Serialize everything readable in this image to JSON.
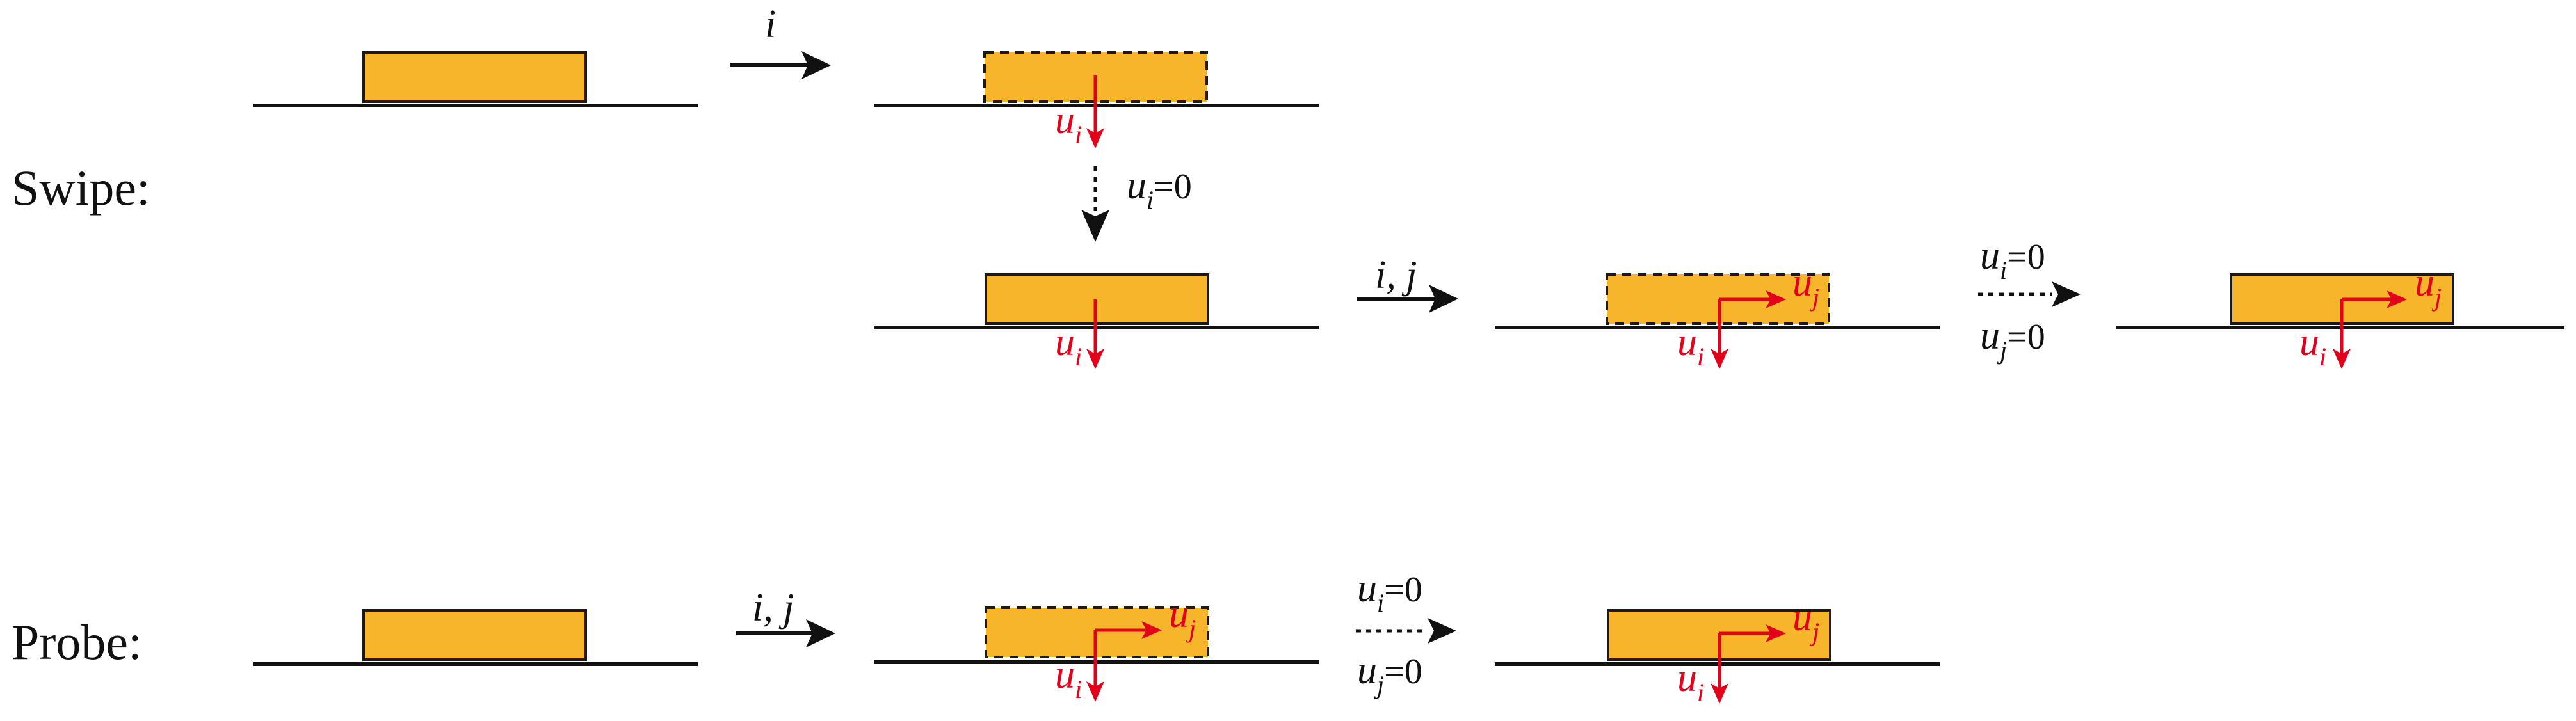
{
  "rows": [
    {
      "id": "swipe",
      "label": "Swipe:"
    },
    {
      "id": "probe",
      "label": "Probe:"
    }
  ],
  "labels": {
    "i": "i",
    "ij": "i, j",
    "u": "u",
    "sub_i": "i",
    "sub_j": "j",
    "eq_zero": "=0"
  },
  "colors": {
    "block_fill": "#f7b52c",
    "block_stroke": "#1a1a1a",
    "displacement": "#e3001b",
    "line": "#111111"
  }
}
